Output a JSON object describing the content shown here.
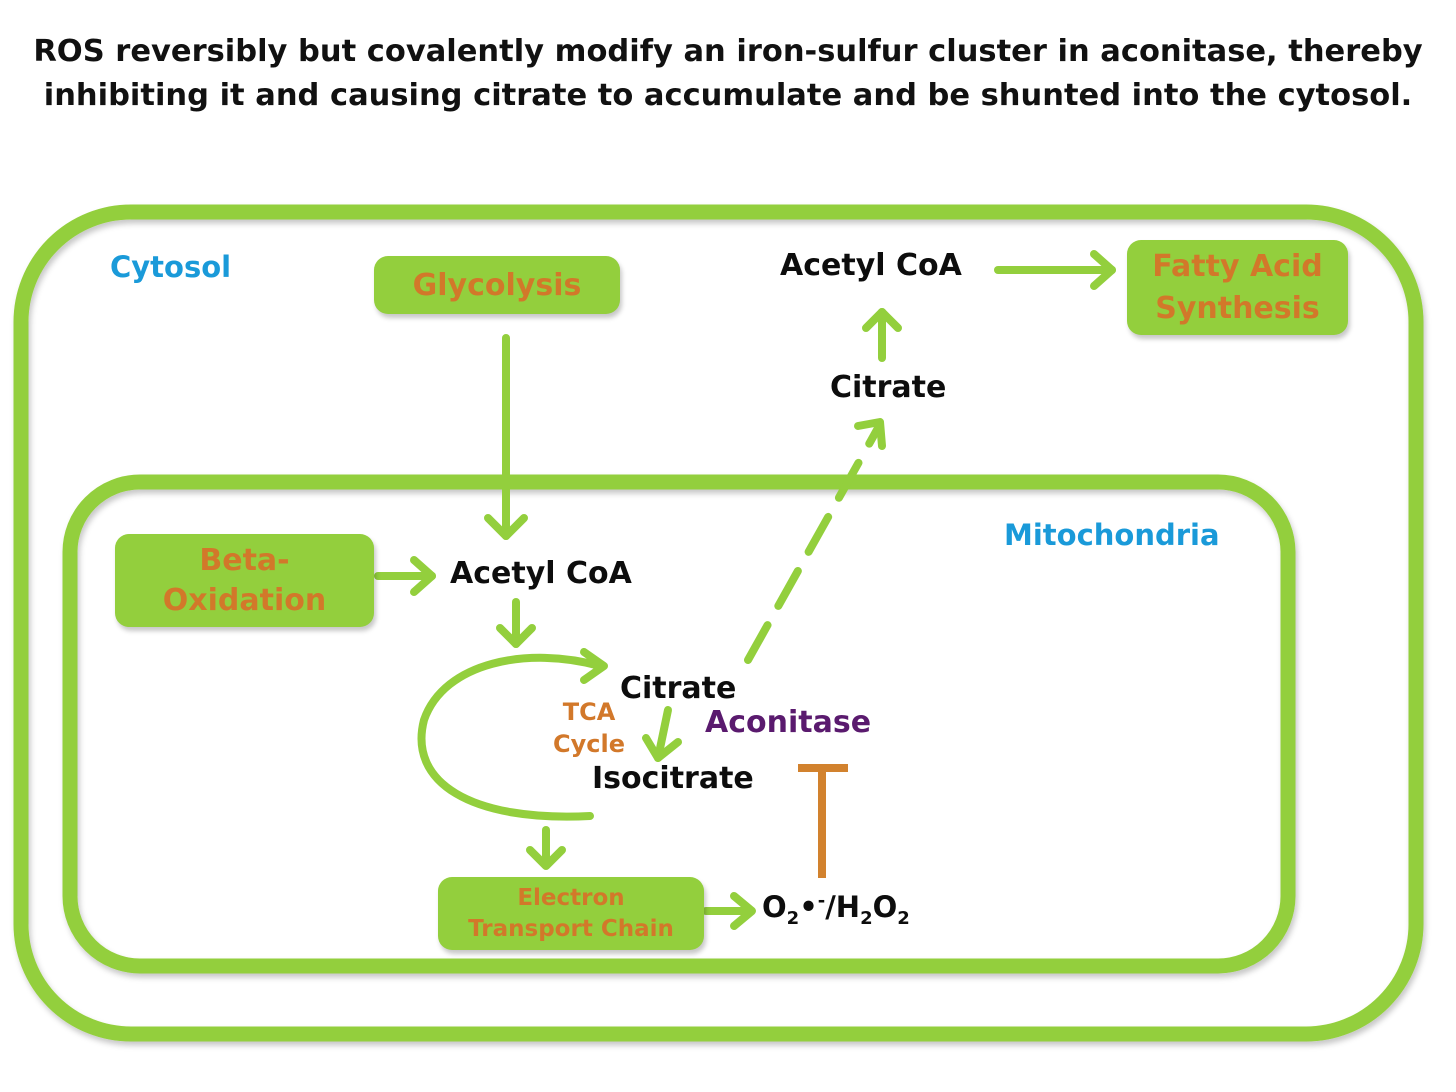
{
  "caption": {
    "line1": "ROS reversibly but covalently modify an iron-sulfur cluster in aconitase, thereby",
    "line2": "inhibiting it and causing citrate to accumulate and be shunted into the cytosol."
  },
  "regions": {
    "cytosol": "Cytosol",
    "mitochondria": "Mitochondria"
  },
  "processes": {
    "glycolysis": "Glycolysis",
    "fatty_acid_synthesis": [
      "Fatty Acid",
      "Synthesis"
    ],
    "beta_oxidation": [
      "Beta-",
      "Oxidation"
    ],
    "electron_transport_chain": [
      "Electron",
      "Transport Chain"
    ],
    "tca_cycle": [
      "TCA",
      "Cycle"
    ]
  },
  "metabolites": {
    "acetyl_coa_cytosol": "Acetyl CoA",
    "citrate_cytosol": "Citrate",
    "acetyl_coa_mito": "Acetyl CoA",
    "citrate_mito": "Citrate",
    "isocitrate": "Isocitrate",
    "ros_parts": [
      "O",
      "2",
      "•",
      "-",
      "/H",
      "2",
      "O",
      "2"
    ]
  },
  "enzyme": "Aconitase",
  "colors": {
    "membrane": "#93cf3d",
    "box_fill": "#93cf3d",
    "process_text": "#d2782a",
    "region_text": "#1a9ad9",
    "enzyme_text": "#5a1a6e",
    "inhibition": "#d2822e",
    "metabolite_text": "#0d0d0d"
  }
}
